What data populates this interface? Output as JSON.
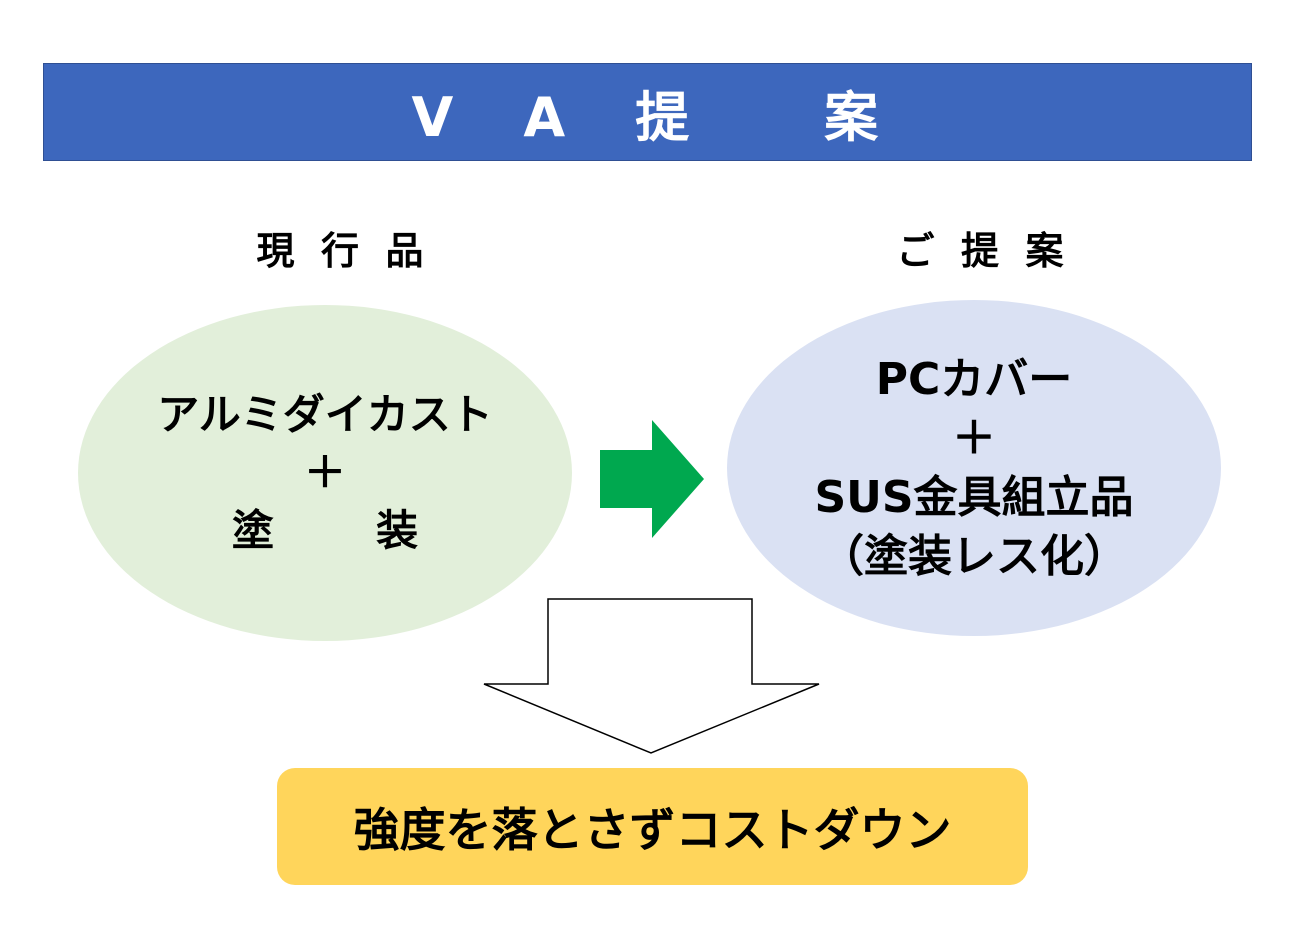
{
  "banner": {
    "title": "V A 提  案"
  },
  "current": {
    "heading": "現  行  品",
    "lines": [
      "アルミダイカスト",
      "＋",
      "塗       装"
    ]
  },
  "proposal": {
    "heading": "ご  提  案",
    "lines": [
      "PCカバー",
      "＋",
      "SUS金具組立品",
      "（塗装レス化）"
    ]
  },
  "result": {
    "text": "強度を落とさずコストダウン"
  },
  "colors": {
    "banner": "#3d67bd",
    "current_ellipse": "#e2efda",
    "proposal_ellipse": "#dae1f3",
    "arrow": "#00a84f",
    "result_box": "#ffd55b"
  },
  "icons": {
    "right_arrow": "right-arrow-icon",
    "down_arrow": "down-arrow-icon"
  }
}
